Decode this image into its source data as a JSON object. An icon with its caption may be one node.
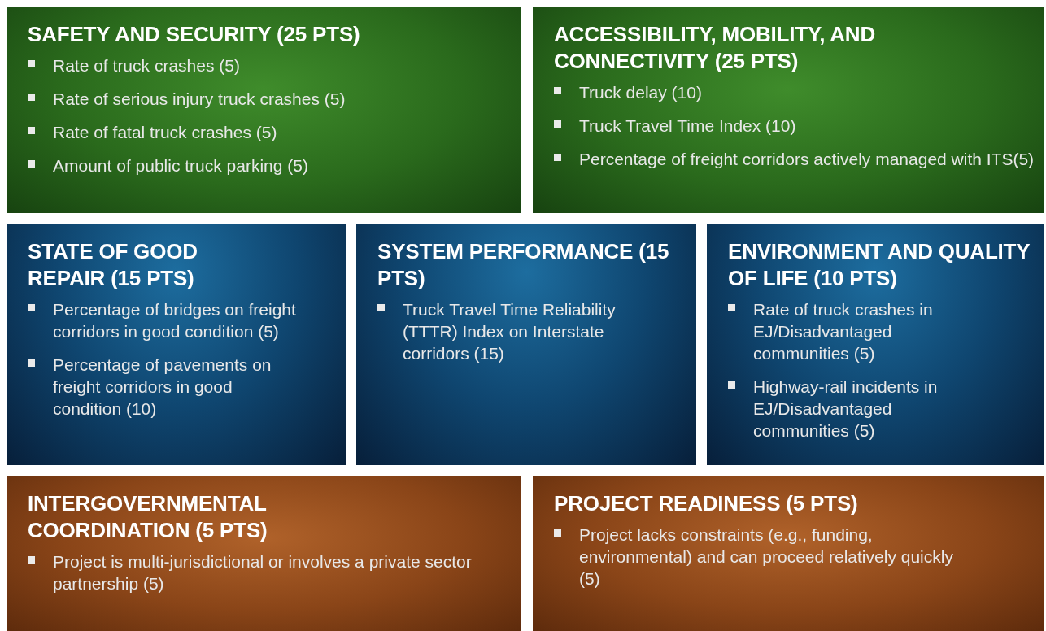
{
  "diagram": {
    "nodes": [
      {
        "text": [
          "SAFETY AND SECURITY (25 PTS)",
          "Rate of truck crashes (5)",
          "Rate of serious injury truck crashes (5)",
          "Rate of fatal truck crashes (5)",
          "Amount of public truck parking (5)"
        ]
      },
      {
        "text": [
          "ACCESSIBILITY, MOBILITY, AND CONNECTIVITY (25 PTS)",
          "Truck delay (10)",
          "Truck Travel Time Index (10)",
          "Percentage of freight corridors actively managed with ITS(5)"
        ]
      },
      {
        "text": [
          "STATE OF GOOD REPAIR (15 PTS)",
          "Percentage of bridges on freight corridors in good condition (5)",
          "Percentage of pavements on freight corridors in good condition (10)"
        ]
      },
      {
        "text": [
          "SYSTEM PERFORMANCE (15 PTS)",
          "Truck Travel Time Reliability (TTTR) Index on Interstate corridors (15)"
        ]
      },
      {
        "text": [
          "ENVIRONMENT AND QUALITY OF LIFE (10 PTS)",
          "Rate of truck crashes in EJ/Disadvantaged communities (5)",
          "Highway-rail incidents in EJ/Disadvantaged communities (5)"
        ]
      },
      {
        "text": [
          "INTERGOVERNMENTAL COORDINATION (5 PTS)",
          "Project is multi-jurisdictional or involves a private sector partnership (5)"
        ]
      },
      {
        "text": [
          "PROJECT READINESS (5 PTS)",
          "Project lacks constraints (e.g., funding, environmental) and can proceed relatively quickly (5)"
        ]
      }
    ],
    "edges": []
  }
}
